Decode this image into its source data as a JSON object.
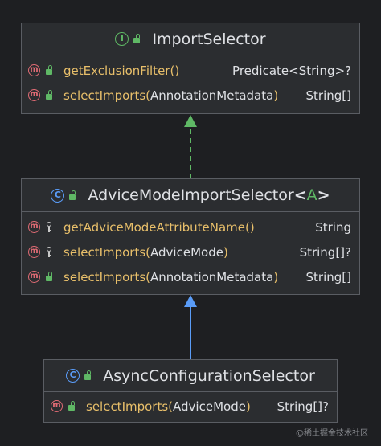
{
  "classes": [
    {
      "kind": "interface",
      "kind_icon": "I",
      "name": "ImportSelector",
      "methods": [
        {
          "name": "getExclusionFilter",
          "params": "",
          "return_type": "Predicate<String>?"
        },
        {
          "name": "selectImports",
          "params": "AnnotationMetadata",
          "return_type": "String[]"
        }
      ]
    },
    {
      "kind": "abstract-class",
      "kind_icon": "C",
      "name": "AdviceModeImportSelector",
      "type_param": "A",
      "methods": [
        {
          "name": "getAdviceModeAttributeName",
          "params": "",
          "return_type": "String"
        },
        {
          "name": "selectImports",
          "params": "AdviceMode",
          "return_type": "String[]?"
        },
        {
          "name": "selectImports",
          "params": "AnnotationMetadata",
          "return_type": "String[]"
        }
      ]
    },
    {
      "kind": "class",
      "kind_icon": "C",
      "name": "AsyncConfigurationSelector",
      "methods": [
        {
          "name": "selectImports",
          "params": "AdviceMode",
          "return_type": "String[]?"
        }
      ]
    }
  ],
  "method_icon": "m",
  "relations": [
    {
      "from": "AdviceModeImportSelector",
      "to": "ImportSelector",
      "type": "implements",
      "style": "dashed",
      "color": "#5fb865"
    },
    {
      "from": "AsyncConfigurationSelector",
      "to": "AdviceModeImportSelector",
      "type": "extends",
      "style": "solid",
      "color": "#5a9cf8"
    }
  ],
  "watermark": "@稀土掘金技术社区",
  "colors": {
    "background": "#1e1f22",
    "box": "#2b2d30",
    "border": "#5a5d63",
    "method_name": "#e8bf6a",
    "method_icon": "#e06b74",
    "interface_icon": "#5fb865",
    "class_icon": "#5a9cf8"
  }
}
